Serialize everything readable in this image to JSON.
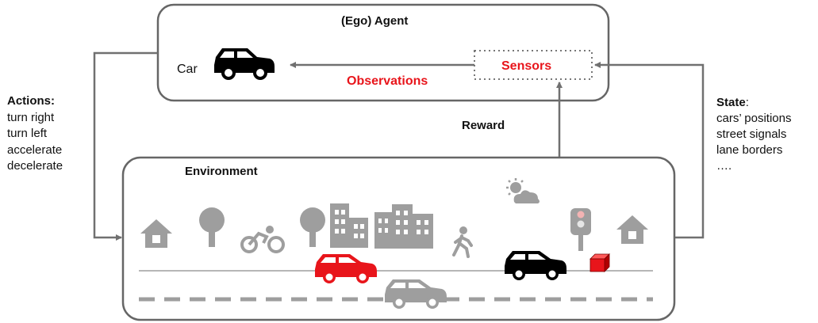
{
  "agent": {
    "title": "(Ego) Agent",
    "car_label": "Car",
    "sensors_label": "Sensors",
    "observations_label": "Observations"
  },
  "reward_label": "Reward",
  "environment": {
    "title": "Environment"
  },
  "actions": {
    "heading": "Actions:",
    "items": [
      "turn right",
      "turn left",
      "accelerate",
      "decelerate"
    ]
  },
  "state": {
    "heading": "State",
    "heading_suffix": ":",
    "items": [
      "cars’ positions",
      "street signals",
      "lane borders",
      "…."
    ]
  },
  "colors": {
    "accent_red": "#e8151b",
    "icon_gray": "#9e9e9e",
    "line_gray": "#707070",
    "box_border": "#666666"
  },
  "icons": [
    "car-icon",
    "house-icon",
    "tree-icon",
    "bicycle-icon",
    "buildings-icon",
    "pedestrian-icon",
    "weather-icon",
    "traffic-light-icon",
    "obstacle-box-icon"
  ]
}
